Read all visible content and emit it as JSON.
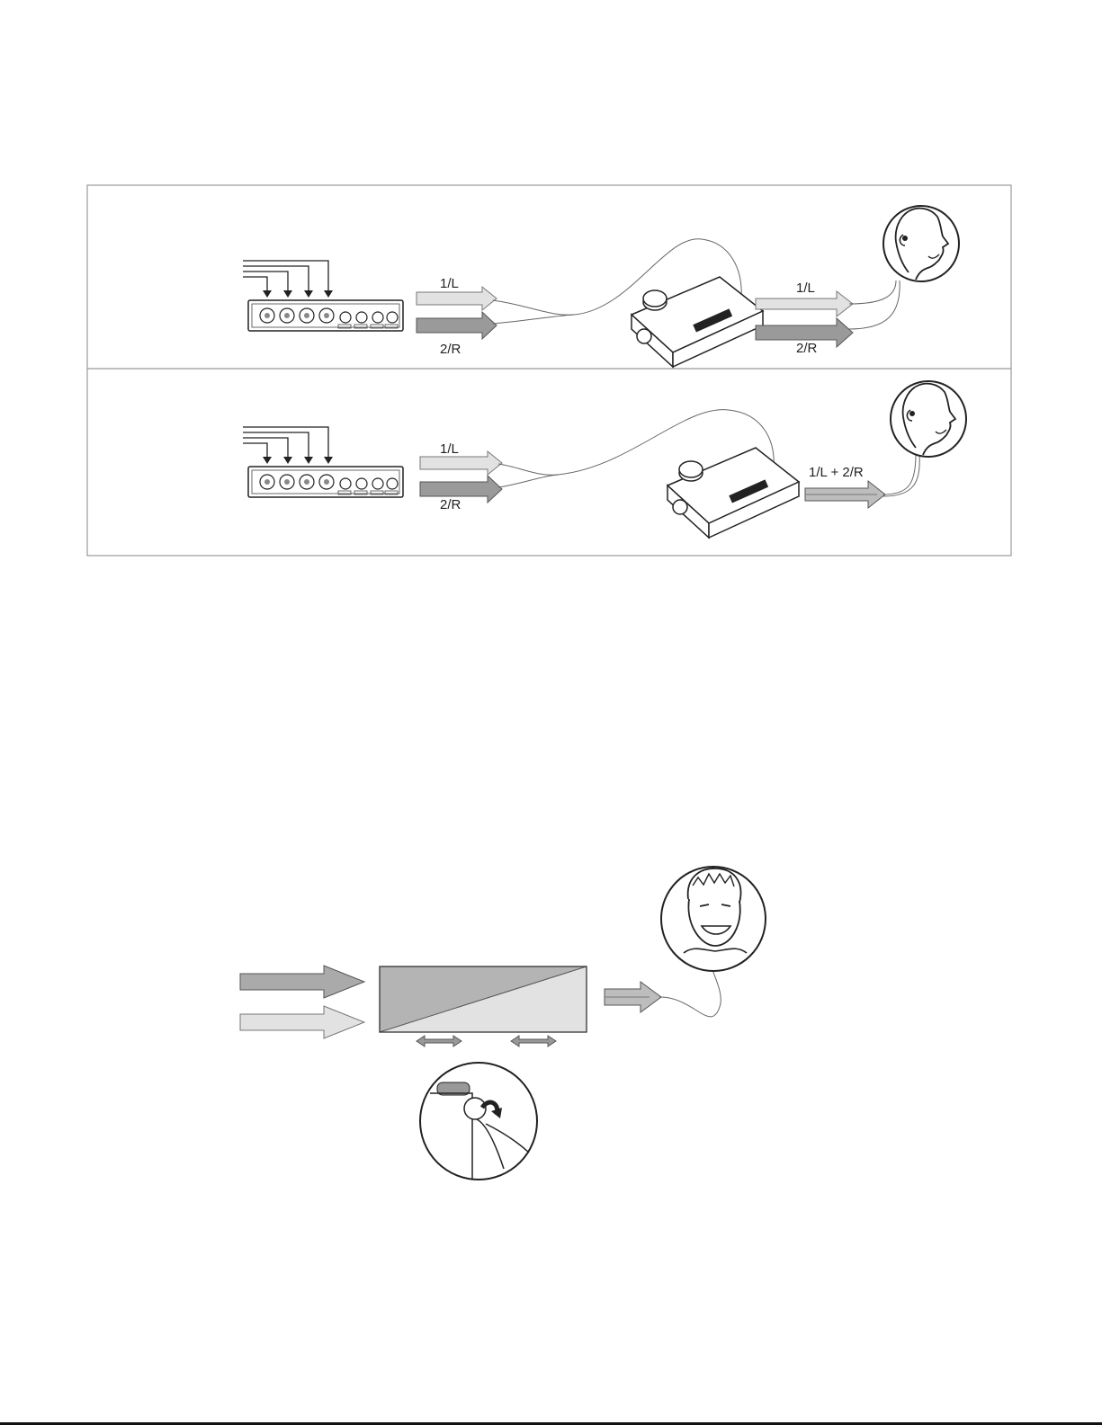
{
  "colors": {
    "light_signal": "#e2e2e2",
    "dark_signal": "#9a9a9a",
    "outline": "#555555",
    "frame": "#999999"
  },
  "stereo_panel": {
    "arrow_in_top": "1/L",
    "arrow_in_bottom": "2/R",
    "arrow_out_top": "1/L",
    "arrow_out_bottom": "2/R"
  },
  "mono_panel": {
    "arrow_in_top": "1/L",
    "arrow_in_bottom": "2/R",
    "arrow_out": "1/L + 2/R"
  },
  "icons": [
    "mixer-device",
    "bodypack-receiver",
    "listener-head",
    "pan-knob-hand"
  ]
}
